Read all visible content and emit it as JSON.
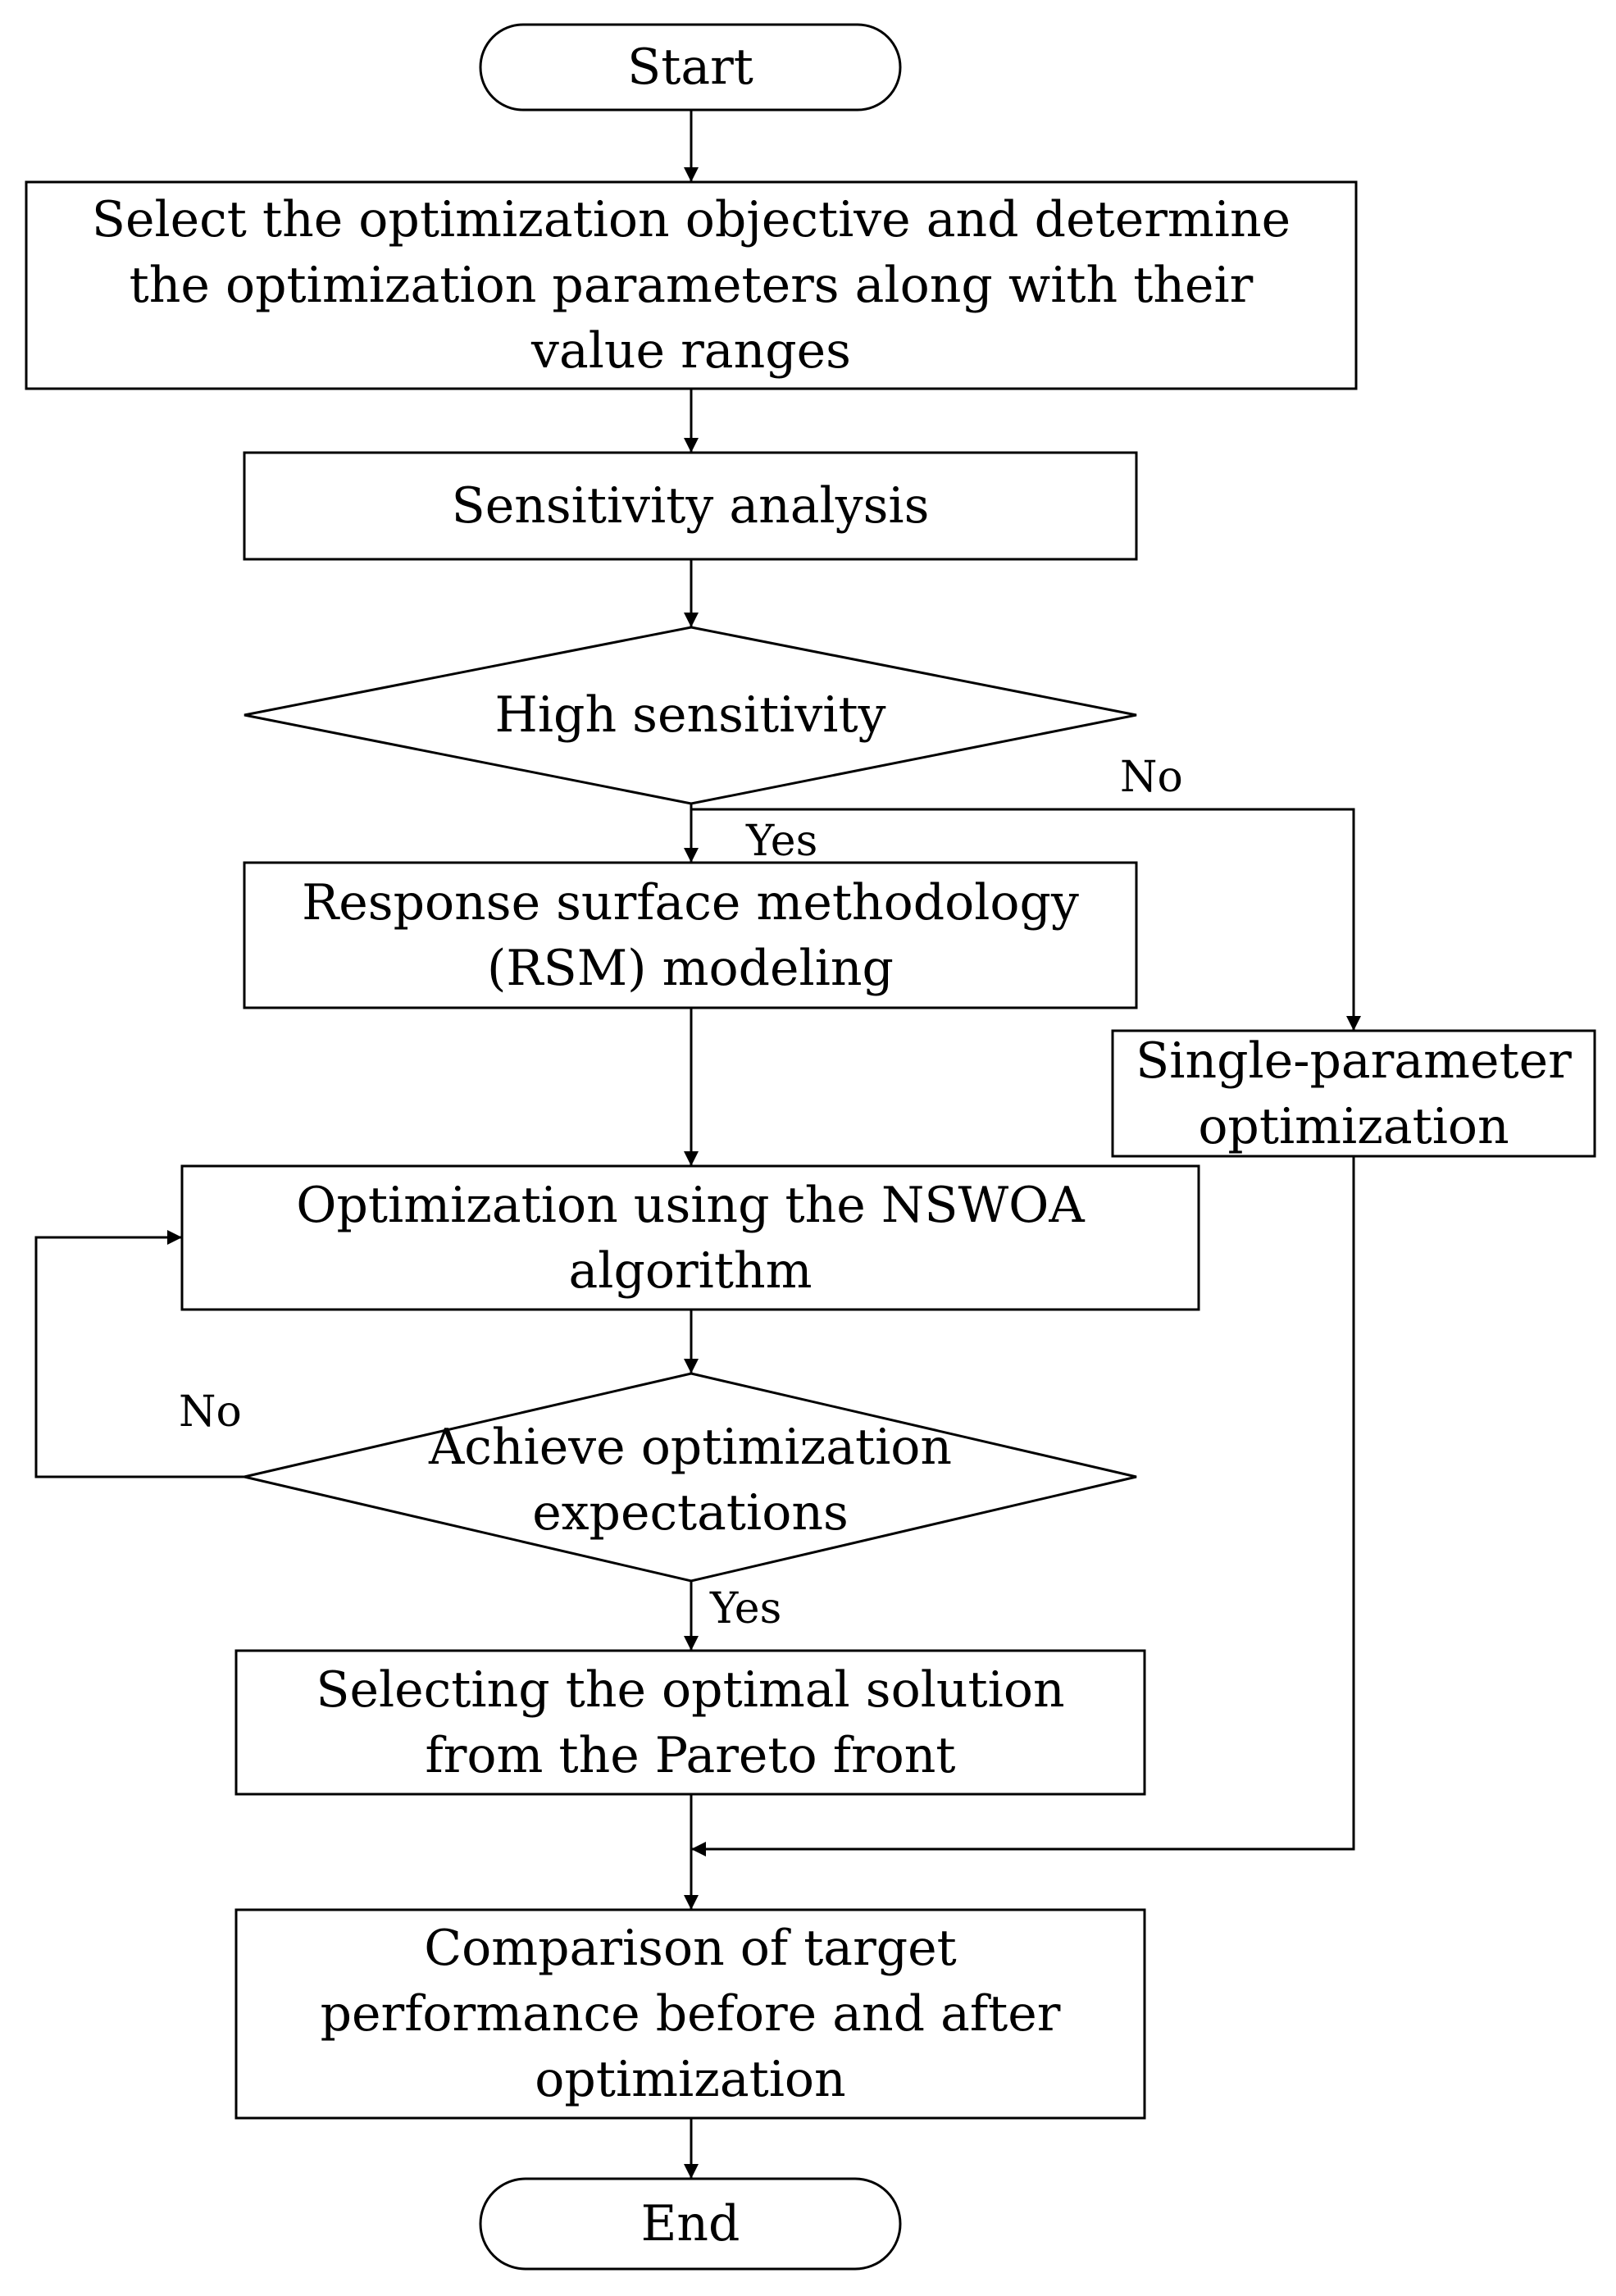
{
  "nodes": {
    "start": "Start",
    "select_objective": [
      "Select the optimization objective and determine",
      "the optimization parameters along with their",
      "value ranges"
    ],
    "sensitivity_analysis": "Sensitivity analysis",
    "high_sensitivity": "High sensitivity",
    "rsm_modeling": [
      "Response surface methodology",
      "(RSM) modeling"
    ],
    "single_parameter": [
      "Single-parameter",
      "optimization"
    ],
    "nswoa_optimization": [
      "Optimization using the NSWOA",
      "algorithm"
    ],
    "achieve_expectations": [
      "Achieve optimization",
      "expectations"
    ],
    "select_optimal": [
      "Selecting the optimal solution",
      "from the Pareto front"
    ],
    "comparison": [
      "Comparison of target",
      "performance before and after",
      "optimization"
    ],
    "end": "End"
  },
  "edge_labels": {
    "high_sensitivity_yes": "Yes",
    "high_sensitivity_no": "No",
    "achieve_yes": "Yes",
    "achieve_no": "No"
  }
}
